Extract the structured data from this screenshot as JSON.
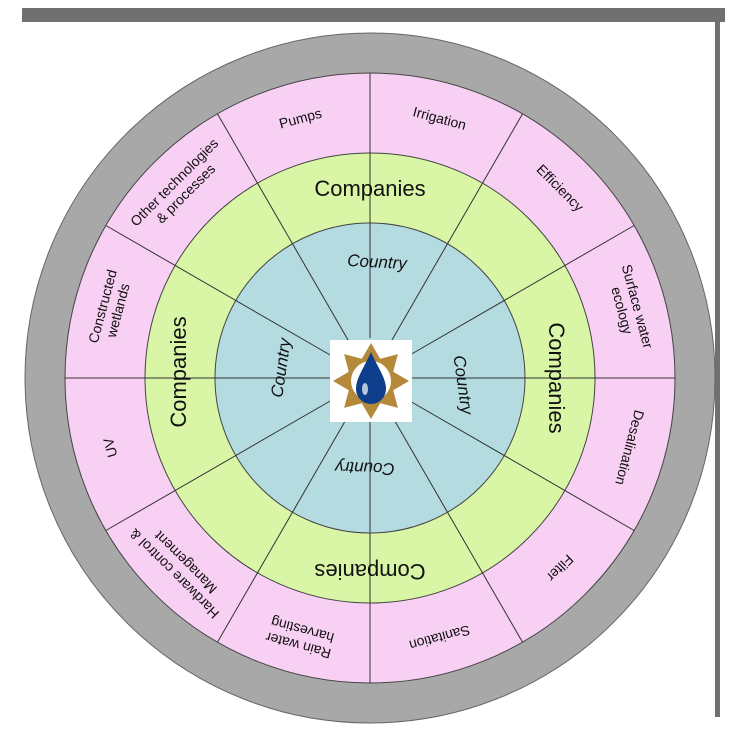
{
  "colors": {
    "frame": "#707070",
    "outer_ring": "#a8a8a8",
    "segments": "#f8d0f4",
    "companies_ring": "#d9f5a6",
    "country_ring": "#b4dbe0",
    "lines": "#333333",
    "logo_gold": "#b5893a",
    "logo_drop": "#0e3d8c"
  },
  "segments": [
    "Pumps",
    "Irrigation",
    "Efficiency",
    "Surface water ecology",
    "Desalination",
    "Filter",
    "Sanitation",
    "Rain water harvesting",
    "Hardware control & Management",
    "UV",
    "Constructed wetlands",
    "Other technologies & processes"
  ],
  "companies_label": "Companies",
  "country_label": "Country",
  "center_logo": "water-drop-star-icon"
}
